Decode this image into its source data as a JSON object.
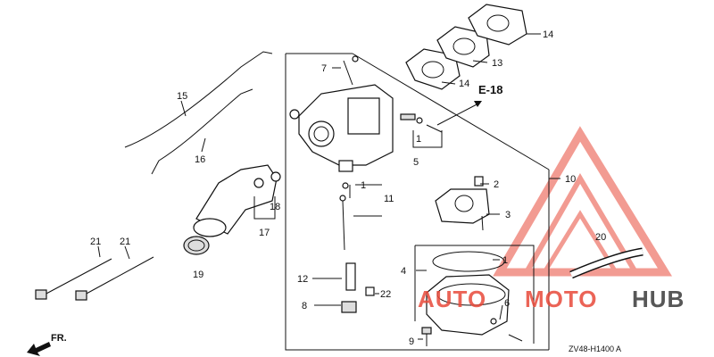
{
  "callouts": {
    "p1a": "1",
    "p1b": "1",
    "p1c": "1",
    "p2": "2",
    "p3": "3",
    "p4": "4",
    "p5": "5",
    "p6": "6",
    "p7": "7",
    "p8": "8",
    "p9": "9",
    "p10": "10",
    "p11": "11",
    "p12": "12",
    "p13": "13",
    "p14a": "14",
    "p14b": "14",
    "p15": "15",
    "p16": "16",
    "p17": "17",
    "p18": "18",
    "p19": "19",
    "p20": "20",
    "p21a": "21",
    "p21b": "21",
    "p22": "22"
  },
  "reference": "E-18",
  "diagram_code": "ZV48-H1400 A",
  "front_label": "FR.",
  "watermark": {
    "part1": "AUTO",
    "part2": "MOTO",
    "part3": "HUB"
  },
  "colors": {
    "watermark_red": "#e84a3a",
    "watermark_dark": "#3a3a3a",
    "line": "#111111"
  }
}
